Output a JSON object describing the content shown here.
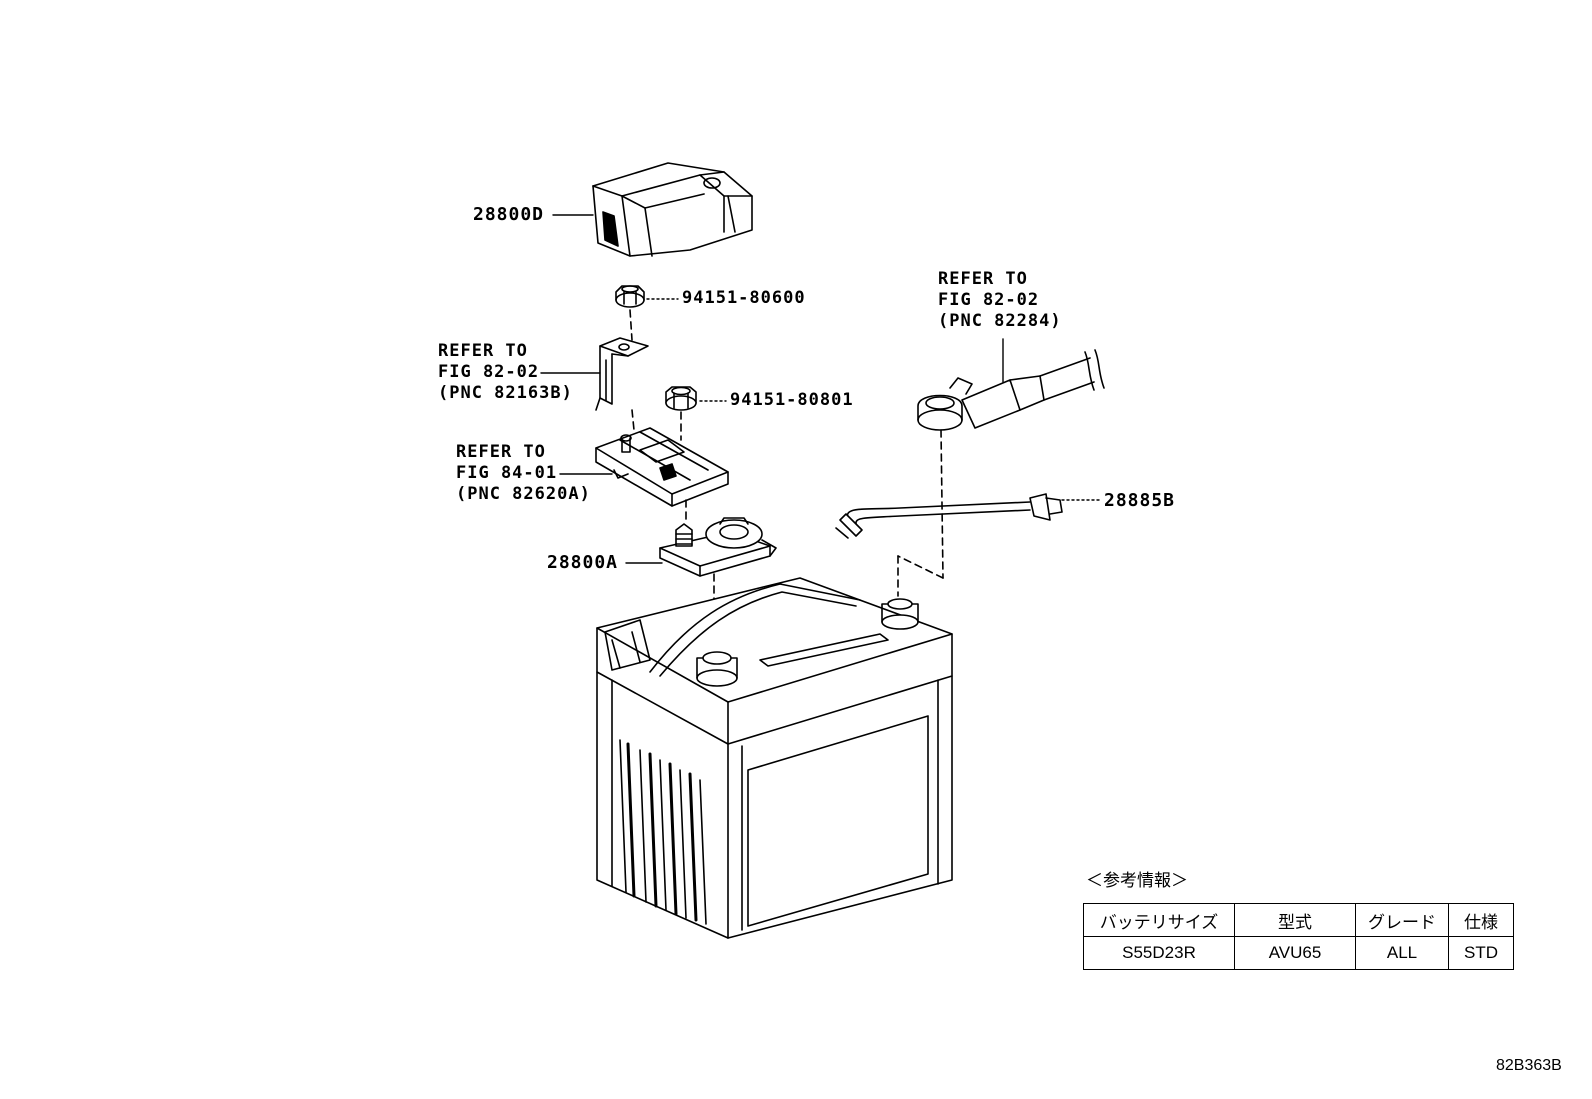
{
  "callouts": {
    "cover": "28800D",
    "nut_upper": "94151-80600",
    "nut_lower": "94151-80801",
    "terminal": "28800A",
    "vent_hose": "28885B"
  },
  "refer_left_top": {
    "line1": "REFER TO",
    "line2": "FIG 82-02",
    "line3": "(PNC 82163B)"
  },
  "refer_left_mid": {
    "line1": "REFER TO",
    "line2": "FIG 84-01",
    "line3": "(PNC 82620A)"
  },
  "refer_right": {
    "line1": "REFER TO",
    "line2": "FIG 82-02",
    "line3": "(PNC 82284)"
  },
  "reference_info": {
    "title": "＜参考情報＞",
    "headers": [
      "バッテリサイズ",
      "型式",
      "グレード",
      "仕様"
    ],
    "row": [
      "S55D23R",
      "AVU65",
      "ALL",
      "STD"
    ]
  },
  "figure_code": "82B363B",
  "line_color": "#000000"
}
